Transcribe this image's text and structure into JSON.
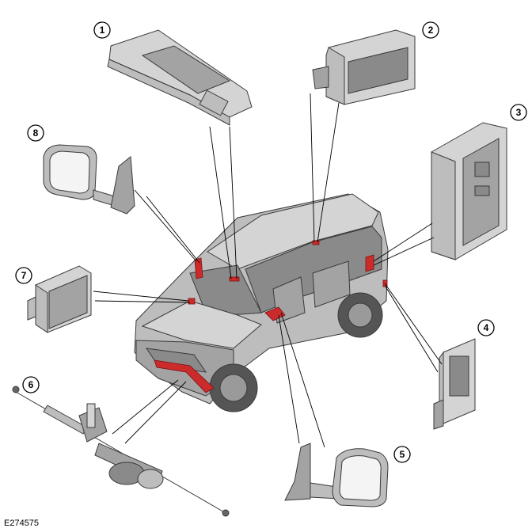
{
  "figure_id": "E274575",
  "callouts": [
    "1",
    "2",
    "3",
    "4",
    "5",
    "6",
    "7",
    "8"
  ]
}
